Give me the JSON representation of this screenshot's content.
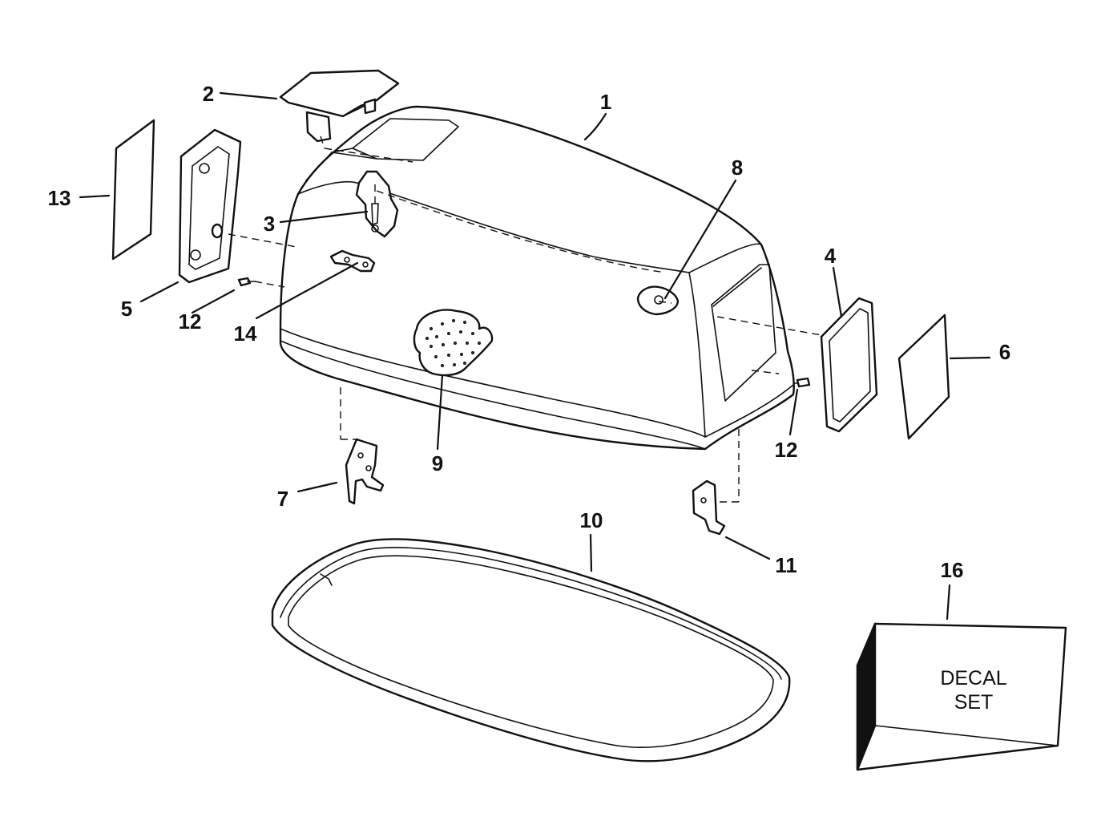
{
  "callouts": {
    "c1": "1",
    "c2": "2",
    "c3": "3",
    "c4": "4",
    "c5": "5",
    "c6": "6",
    "c7": "7",
    "c8": "8",
    "c9": "9",
    "c10": "10",
    "c11": "11",
    "c12_left": "12",
    "c12_right": "12",
    "c13": "13",
    "c14": "14",
    "c16": "16"
  },
  "decal_box": {
    "line1": "DECAL",
    "line2": "SET"
  }
}
